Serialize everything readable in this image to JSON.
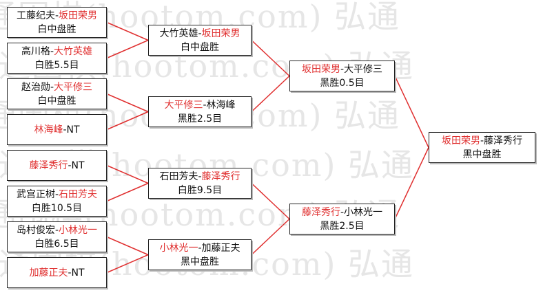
{
  "watermark": "弘通围棋(hootom.com) 弘通",
  "colors": {
    "winner": "#e03030",
    "line": "#e03030",
    "text": "#111111",
    "border": "#222222"
  },
  "matches": [
    {
      "id": "r1m1",
      "parts": [
        {
          "t": "工藤纪夫",
          "w": false
        },
        {
          "t": "-",
          "w": false
        },
        {
          "t": "坂田荣男",
          "w": true
        }
      ],
      "result": "白中盘胜"
    },
    {
      "id": "r1m2",
      "parts": [
        {
          "t": "高川格",
          "w": false
        },
        {
          "t": "-",
          "w": false
        },
        {
          "t": "大竹英雄",
          "w": true
        }
      ],
      "result": "白胜5.5目"
    },
    {
      "id": "r1m3",
      "parts": [
        {
          "t": "赵治勋",
          "w": false
        },
        {
          "t": "-",
          "w": false
        },
        {
          "t": "大平修三",
          "w": true
        }
      ],
      "result": "白中盘胜"
    },
    {
      "id": "r1m4",
      "parts": [
        {
          "t": "林海峰",
          "w": true
        },
        {
          "t": "-NT",
          "w": false
        }
      ],
      "result": ""
    },
    {
      "id": "r1m5",
      "parts": [
        {
          "t": "藤泽秀行",
          "w": true
        },
        {
          "t": "-NT",
          "w": false
        }
      ],
      "result": ""
    },
    {
      "id": "r1m6",
      "parts": [
        {
          "t": "武宫正树",
          "w": false
        },
        {
          "t": "-",
          "w": false
        },
        {
          "t": "石田芳夫",
          "w": true
        }
      ],
      "result": "白胜10.5目"
    },
    {
      "id": "r1m7",
      "parts": [
        {
          "t": "岛村俊宏",
          "w": false
        },
        {
          "t": "-",
          "w": false
        },
        {
          "t": "小林光一",
          "w": true
        }
      ],
      "result": "白胜6.5目"
    },
    {
      "id": "r1m8",
      "parts": [
        {
          "t": "加藤正夫",
          "w": true
        },
        {
          "t": "-NT",
          "w": false
        }
      ],
      "result": ""
    },
    {
      "id": "r2m1",
      "parts": [
        {
          "t": "大竹英雄",
          "w": false
        },
        {
          "t": "-",
          "w": false
        },
        {
          "t": "坂田荣男",
          "w": true
        }
      ],
      "result": "白中盘胜"
    },
    {
      "id": "r2m2",
      "parts": [
        {
          "t": "大平修三",
          "w": true
        },
        {
          "t": "-",
          "w": false
        },
        {
          "t": "林海峰",
          "w": false
        }
      ],
      "result": "黑胜2.5目"
    },
    {
      "id": "r2m3",
      "parts": [
        {
          "t": "石田芳夫",
          "w": false
        },
        {
          "t": "-",
          "w": false
        },
        {
          "t": "藤泽秀行",
          "w": true
        }
      ],
      "result": "白胜9.5目"
    },
    {
      "id": "r2m4",
      "parts": [
        {
          "t": "小林光一",
          "w": true
        },
        {
          "t": "-",
          "w": false
        },
        {
          "t": "加藤正夫",
          "w": false
        }
      ],
      "result": "黑中盘胜"
    },
    {
      "id": "r3m1",
      "parts": [
        {
          "t": "坂田荣男",
          "w": true
        },
        {
          "t": "-",
          "w": false
        },
        {
          "t": "大平修三",
          "w": false
        }
      ],
      "result": "黑胜0.5目"
    },
    {
      "id": "r3m2",
      "parts": [
        {
          "t": "藤泽秀行",
          "w": true
        },
        {
          "t": "-",
          "w": false
        },
        {
          "t": "小林光一",
          "w": false
        }
      ],
      "result": "黑胜2.5目"
    },
    {
      "id": "final",
      "parts": [
        {
          "t": "坂田荣男",
          "w": true
        },
        {
          "t": "-",
          "w": false
        },
        {
          "t": "藤泽秀行",
          "w": false
        }
      ],
      "result": "黑中盘胜"
    }
  ],
  "links": [
    [
      "r1m1",
      "r2m1"
    ],
    [
      "r1m2",
      "r2m1"
    ],
    [
      "r1m3",
      "r2m2"
    ],
    [
      "r1m4",
      "r2m2"
    ],
    [
      "r1m5",
      "r2m3"
    ],
    [
      "r1m6",
      "r2m3"
    ],
    [
      "r1m7",
      "r2m4"
    ],
    [
      "r1m8",
      "r2m4"
    ],
    [
      "r2m1",
      "r3m1"
    ],
    [
      "r2m2",
      "r3m1"
    ],
    [
      "r2m3",
      "r3m2"
    ],
    [
      "r2m4",
      "r3m2"
    ],
    [
      "r3m1",
      "final"
    ],
    [
      "r3m2",
      "final"
    ]
  ]
}
